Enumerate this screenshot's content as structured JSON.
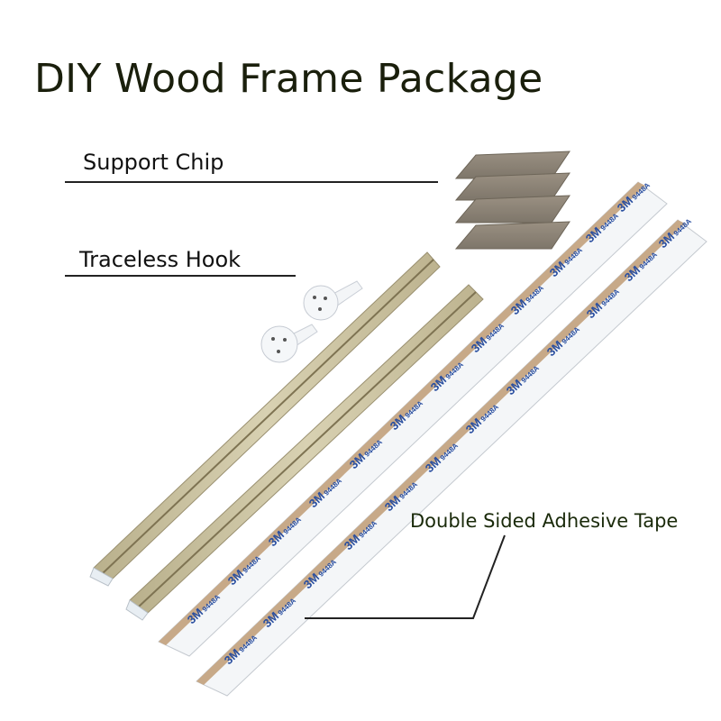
{
  "title": "DIY Wood Frame Package",
  "labels": {
    "support_chip": "Support Chip",
    "traceless_hook": "Traceless Hook",
    "tape": "Double Sided Adhesive Tape"
  },
  "tape_print": {
    "brand": "3M",
    "model": "9448A"
  },
  "colors": {
    "wood": "#cfc7a6",
    "wood_dark": "#8a7f5a",
    "chip": "#8f8577",
    "tape_liner": "#f4f6f8",
    "tape_text": "#2a4fa0",
    "title": "#1a1f0c"
  }
}
